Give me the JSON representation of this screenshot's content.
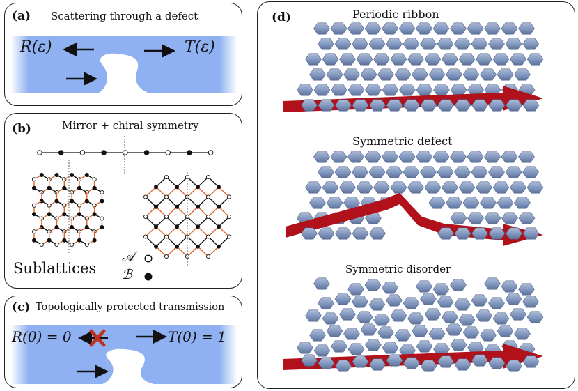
{
  "panel_a": {
    "label": "(a)",
    "title": "Scattering through a defect",
    "reflection": "R(ε)",
    "transmission": "T(ε)"
  },
  "panel_b": {
    "label": "(b)",
    "title": "Mirror + chiral symmetry",
    "sublattices_label": "Sublattices",
    "sublattice_a": "𝒜",
    "sublattice_b": "ℬ"
  },
  "panel_c": {
    "label": "(c)",
    "title": "Topologically protected transmission",
    "reflection": "R(0) = 0",
    "transmission": "T(0) = 1"
  },
  "panel_d": {
    "label": "(d)",
    "titles": [
      "Periodic ribbon",
      "Symmetric defect",
      "Symmetric disorder"
    ]
  },
  "colors": {
    "channel_blue": "#8fb1f2",
    "arrow_red": "#b1111a",
    "hex_blue": "#7f96bf",
    "bond_orange": "#e0662a",
    "cross_red": "#c0311b"
  }
}
